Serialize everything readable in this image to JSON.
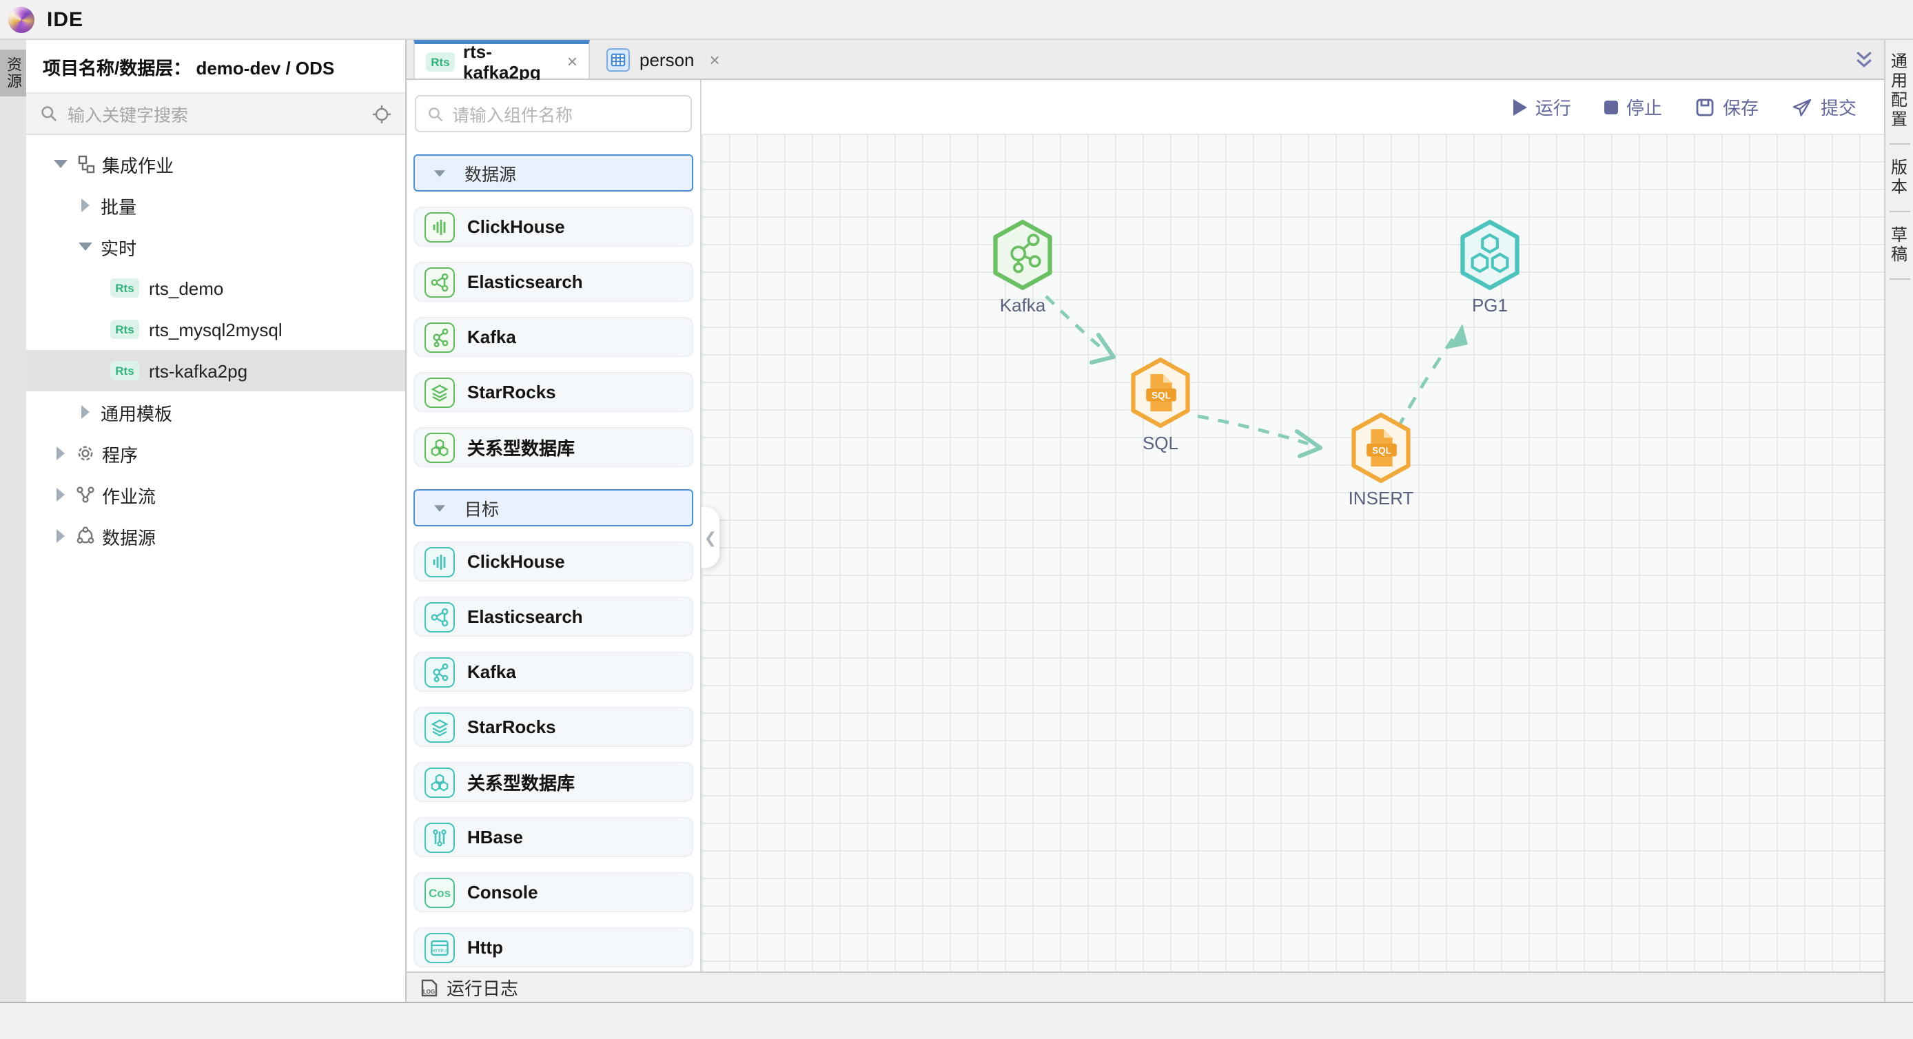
{
  "app": {
    "title": "IDE"
  },
  "left_rail": {
    "active_tab": "资源"
  },
  "project_panel": {
    "header": "项目名称/数据层： demo-dev / ODS",
    "search_placeholder": "输入关键字搜索",
    "tree": [
      {
        "label": "集成作业"
      },
      {
        "label": "批量"
      },
      {
        "label": "实时"
      },
      {
        "label": "rts_demo",
        "badge": "Rts"
      },
      {
        "label": "rts_mysql2mysql",
        "badge": "Rts"
      },
      {
        "label": "rts-kafka2pg",
        "badge": "Rts"
      },
      {
        "label": "通用模板"
      },
      {
        "label": "程序"
      },
      {
        "label": "作业流"
      },
      {
        "label": "数据源"
      }
    ]
  },
  "tabs": [
    {
      "label": "rts-kafka2pg",
      "badge": "Rts",
      "close": "×"
    },
    {
      "label": "person",
      "close": "×"
    }
  ],
  "palette": {
    "search_placeholder": "请输入组件名称",
    "sections": [
      {
        "title": "数据源",
        "items": [
          "ClickHouse",
          "Elasticsearch",
          "Kafka",
          "StarRocks",
          "关系型数据库"
        ]
      },
      {
        "title": "目标",
        "items": [
          "ClickHouse",
          "Elasticsearch",
          "Kafka",
          "StarRocks",
          "关系型数据库",
          "HBase",
          "Console",
          "Http"
        ]
      }
    ],
    "console_icon_text": "Cos"
  },
  "toolbar": {
    "run": "运行",
    "stop": "停止",
    "save": "保存",
    "submit": "提交"
  },
  "canvas": {
    "nodes": [
      {
        "label": "Kafka"
      },
      {
        "label": "SQL"
      },
      {
        "label": "INSERT"
      },
      {
        "label": "PG1"
      }
    ]
  },
  "log_bar": {
    "label": "运行日志"
  },
  "right_rail": {
    "items": [
      "通用配置",
      "版本",
      "草稿"
    ]
  },
  "colors": {
    "accent_blue": "#4587c8",
    "source_green": "#5fbb5d",
    "target_teal": "#45c2ba",
    "node_green": "#6abf63",
    "node_orange": "#f2a93b",
    "node_teal": "#4cc4bd",
    "edge_teal": "#86ccb8",
    "toolbar_purple": "#63679c",
    "badge_green": "#34b380"
  }
}
